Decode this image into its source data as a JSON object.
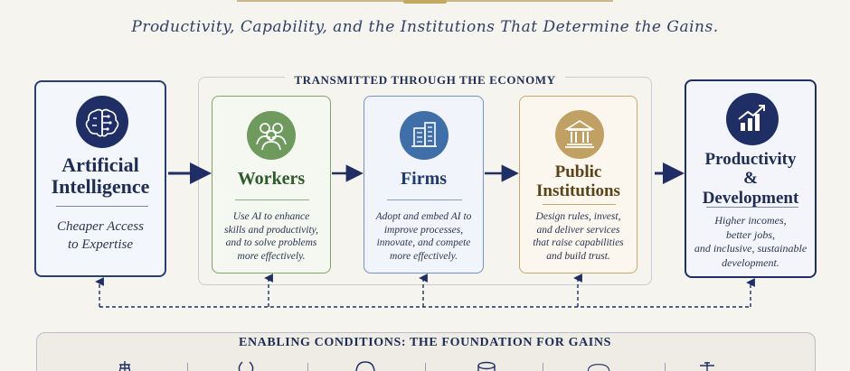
{
  "subtitle": "Productivity, Capability, and the Institutions That Determine the Gains.",
  "transmit_label": "TRANSMITTED THROUGH THE ECONOMY",
  "ai_box": {
    "title_line1": "Artificial",
    "title_line2": "Intelligence",
    "desc_line1": "Cheaper Access",
    "desc_line2": "to Expertise",
    "icon": "brain-circuit-icon"
  },
  "workers_box": {
    "title": "Workers",
    "desc_lines": [
      "Use AI to enhance",
      "skills and productivity,",
      "and to solve problems",
      "more effectively."
    ],
    "icon": "people-icon",
    "accent": "#6f9a5e"
  },
  "firms_box": {
    "title": "Firms",
    "desc_lines": [
      "Adopt and embed AI to",
      "improve processes,",
      "innovate, and compete",
      "more effectively."
    ],
    "icon": "buildings-icon",
    "accent": "#3f6fa8"
  },
  "public_box": {
    "title_line1": "Public",
    "title_line2": "Institutions",
    "desc_lines": [
      "Design rules, invest,",
      "and deliver services",
      "that raise capabilities",
      "and build trust."
    ],
    "icon": "columns-building-icon",
    "accent": "#c1a063"
  },
  "prod_box": {
    "title_line1": "Productivity",
    "title_line2": "&",
    "title_line3": "Development",
    "desc_lines": [
      "Higher incomes,",
      "better jobs,",
      "and inclusive, sustainable",
      "development."
    ],
    "icon": "rising-bar-chart-icon",
    "accent": "#1f2f66"
  },
  "footer": {
    "title": "ENABLING CONDITIONS: THE FOUNDATION FOR GAINS"
  },
  "colors": {
    "navy": "#1f2f66",
    "green": "#6f9a5e",
    "blue": "#3f6fa8",
    "gold": "#c1a063",
    "background": "#f6f4ee"
  }
}
